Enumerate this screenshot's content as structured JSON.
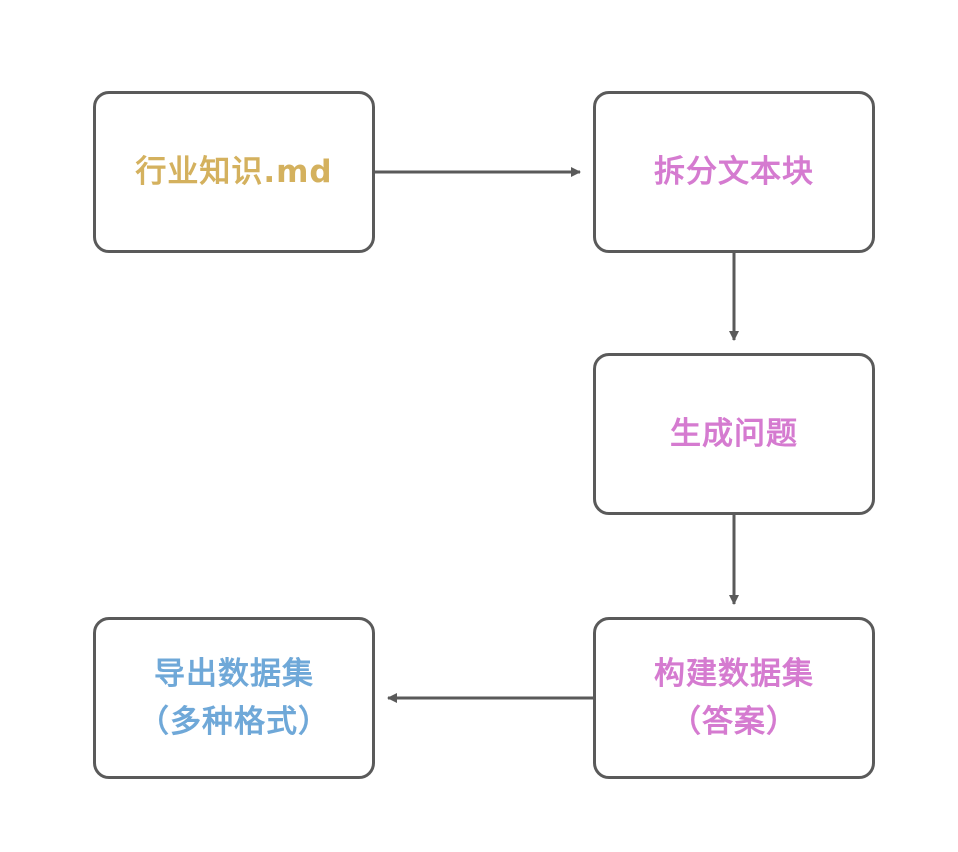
{
  "colors": {
    "border": "#5a5a5a",
    "arrow": "#5a5a5a",
    "source_text": "#d4b15e",
    "process_text": "#d57bd0",
    "output_text": "#6fa8d8"
  },
  "nodes": {
    "source": {
      "label": "行业知识.md"
    },
    "split": {
      "label": "拆分文本块"
    },
    "questions": {
      "label": "生成问题"
    },
    "build": {
      "line1": "构建数据集",
      "line2": "（答案）"
    },
    "export": {
      "line1": "导出数据集",
      "line2": "（多种格式）"
    }
  }
}
